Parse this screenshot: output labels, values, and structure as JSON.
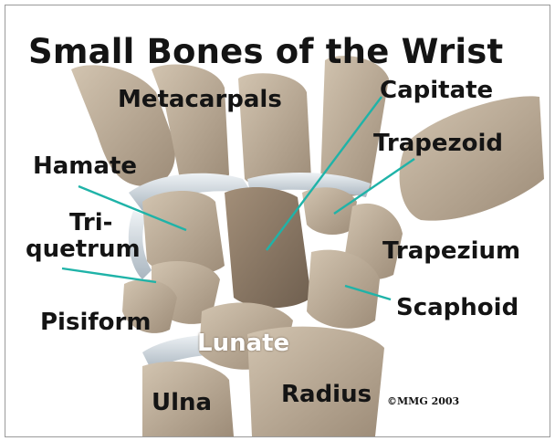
{
  "title": "Small Bones of the Wrist",
  "copyright": "©MMG 2003",
  "labels": {
    "metacarpals": "Metacarpals",
    "capitate": "Capitate",
    "hamate": "Hamate",
    "trapezoid": "Trapezoid",
    "triquetrum_line1": "Tri-",
    "triquetrum_line2": "quetrum",
    "trapezium": "Trapezium",
    "scaphoid": "Scaphoid",
    "pisiform": "Pisiform",
    "lunate": "Lunate",
    "ulna": "Ulna",
    "radius": "Radius"
  },
  "colors": {
    "leader_line": "#1fb3a8",
    "bone": "#b5a693",
    "cartilage": "#d6dde3",
    "label_text": "#141414"
  }
}
